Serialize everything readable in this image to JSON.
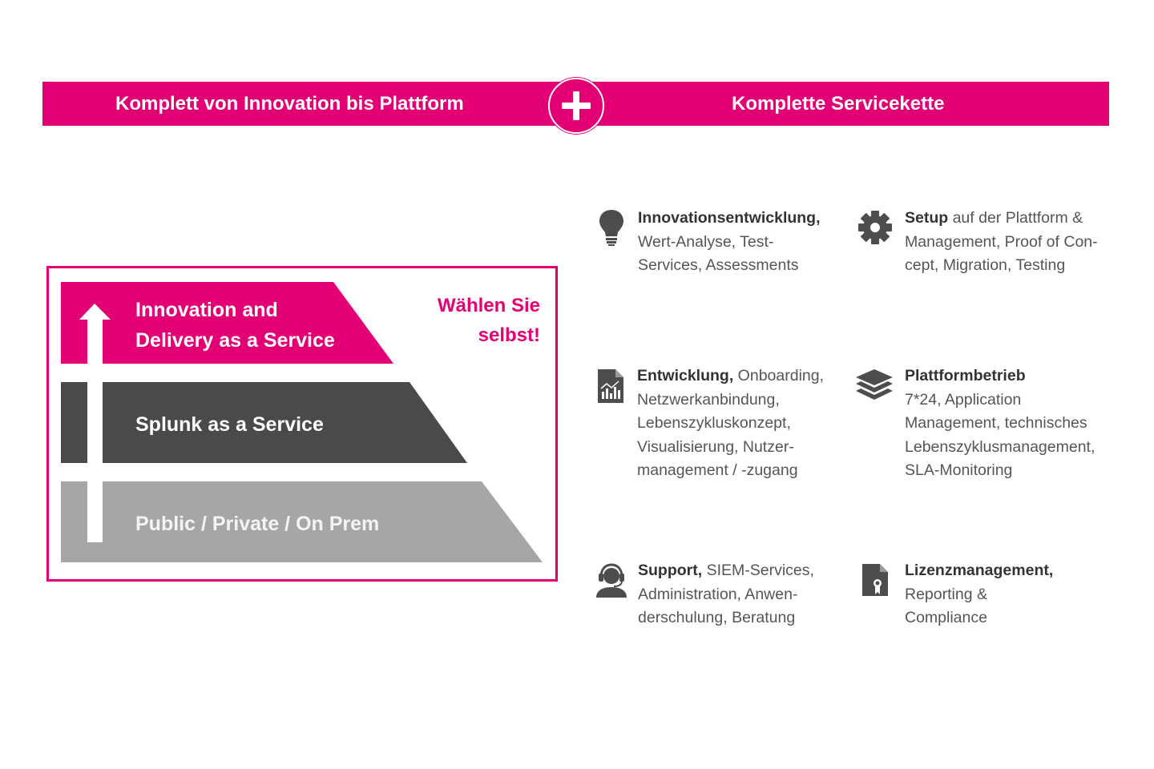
{
  "banner": {
    "left_title": "Komplett von Innovation bis Plattform",
    "right_title": "Komplette Servicekette"
  },
  "pyramid": {
    "layers": [
      {
        "line1": "Innovation and",
        "line2": "Delivery as a Service",
        "color": "#E20074"
      },
      {
        "label": "Splunk as a Service",
        "color": "#4A4A4A"
      },
      {
        "label": "Public / Private / On Prem",
        "color": "#A6A6A6"
      }
    ],
    "choose": {
      "line1": "Wählen Sie",
      "line2": "selbst!"
    }
  },
  "services": [
    {
      "icon": "lightbulb-icon",
      "title": "Innovationsentwicklung,",
      "line1_rest": "",
      "lines": [
        "Wert-Analyse, Test-",
        "Services, Assessments"
      ]
    },
    {
      "icon": "gear-icon",
      "title": "Setup",
      "line1_rest": " auf der Plattform &",
      "lines": [
        "Management, Proof of Con-",
        "cept, Migration, Testing"
      ]
    },
    {
      "icon": "report-document-icon",
      "title": "Entwicklung,",
      "line1_rest": " Onboarding,",
      "lines": [
        "Netzwerkanbindung,",
        "Lebenszykluskonzept,",
        "Visualisierung, Nutzer-",
        "management / -zugang"
      ]
    },
    {
      "icon": "layers-icon",
      "title": "Plattformbetrieb",
      "line1_rest": "",
      "lines": [
        "7*24, Application",
        "Management, technisches",
        "Lebenszyklusmanagement,",
        "SLA-Monitoring"
      ]
    },
    {
      "icon": "headset-icon",
      "title": "Support,",
      "line1_rest": " SIEM-Services,",
      "lines": [
        "Administration, Anwen-",
        "derschulung, Beratung"
      ]
    },
    {
      "icon": "certificate-document-icon",
      "title": "Lizenzmanagement,",
      "line1_rest": "",
      "lines": [
        "Reporting &",
        "Compliance"
      ]
    }
  ],
  "colors": {
    "brand": "#E20074",
    "dark": "#4A4A4A",
    "grey": "#A6A6A6",
    "icon": "#4d4d4d"
  }
}
